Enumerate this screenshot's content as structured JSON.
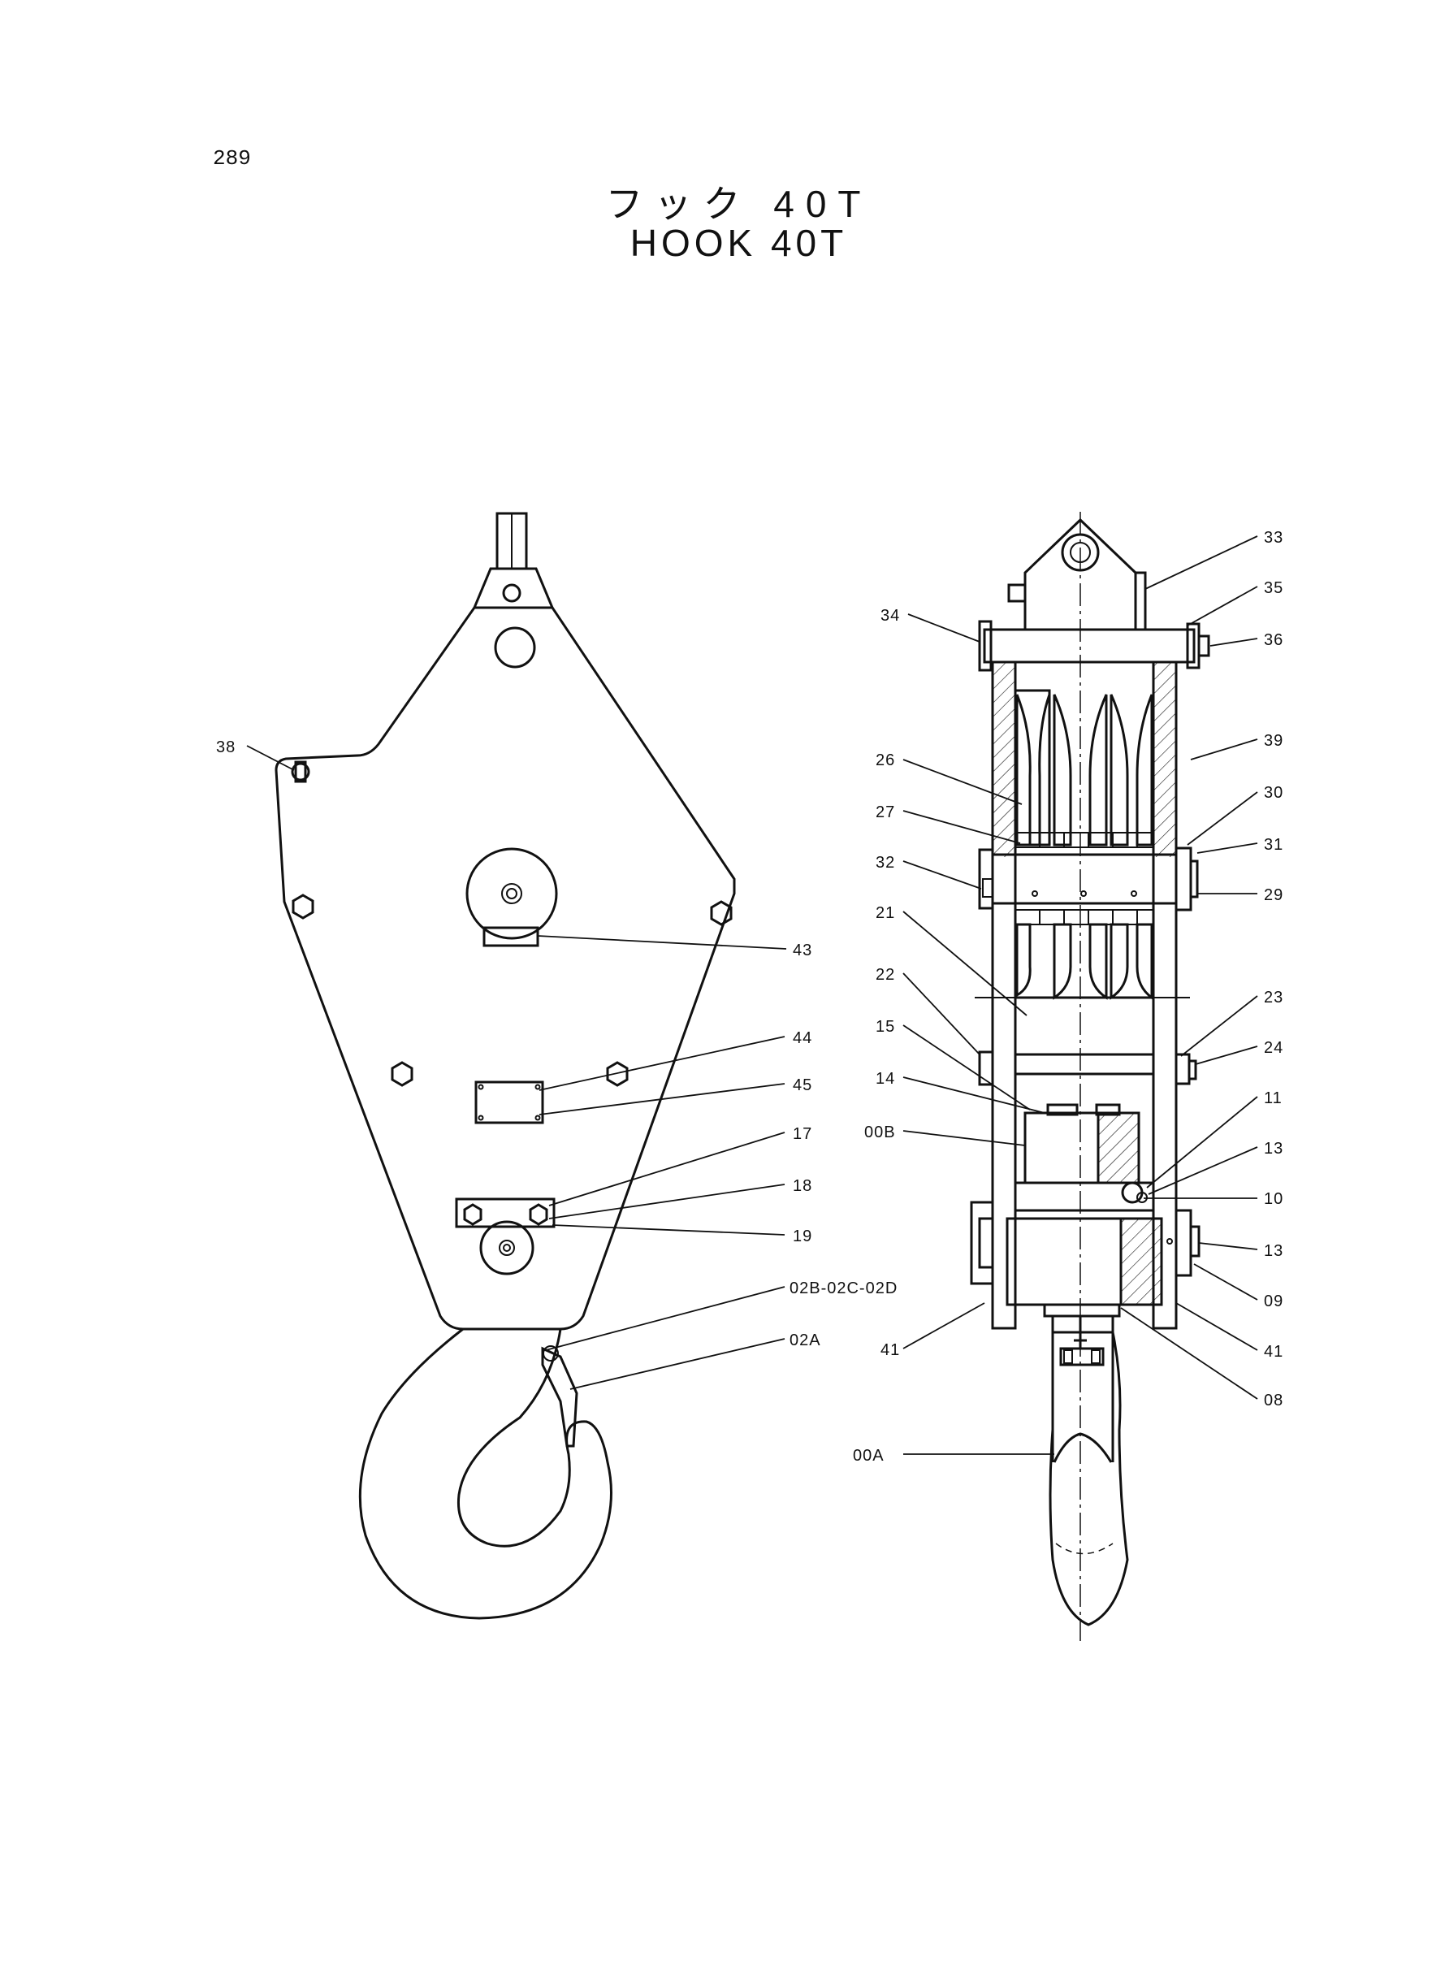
{
  "header": {
    "page_number": "289",
    "title_jp": "フック 40T",
    "title_en": "HOOK 40T"
  },
  "callouts": {
    "front_view": [
      "38",
      "43",
      "44",
      "45",
      "17",
      "18",
      "19",
      "02B-02C-02D",
      "02A"
    ],
    "side_view": [
      "34",
      "33",
      "35",
      "36",
      "39",
      "26",
      "30",
      "27",
      "31",
      "32",
      "29",
      "21",
      "22",
      "23",
      "15",
      "24",
      "14",
      "11",
      "00B",
      "13",
      "10",
      "13",
      "09",
      "41",
      "41",
      "08",
      "00A"
    ]
  }
}
